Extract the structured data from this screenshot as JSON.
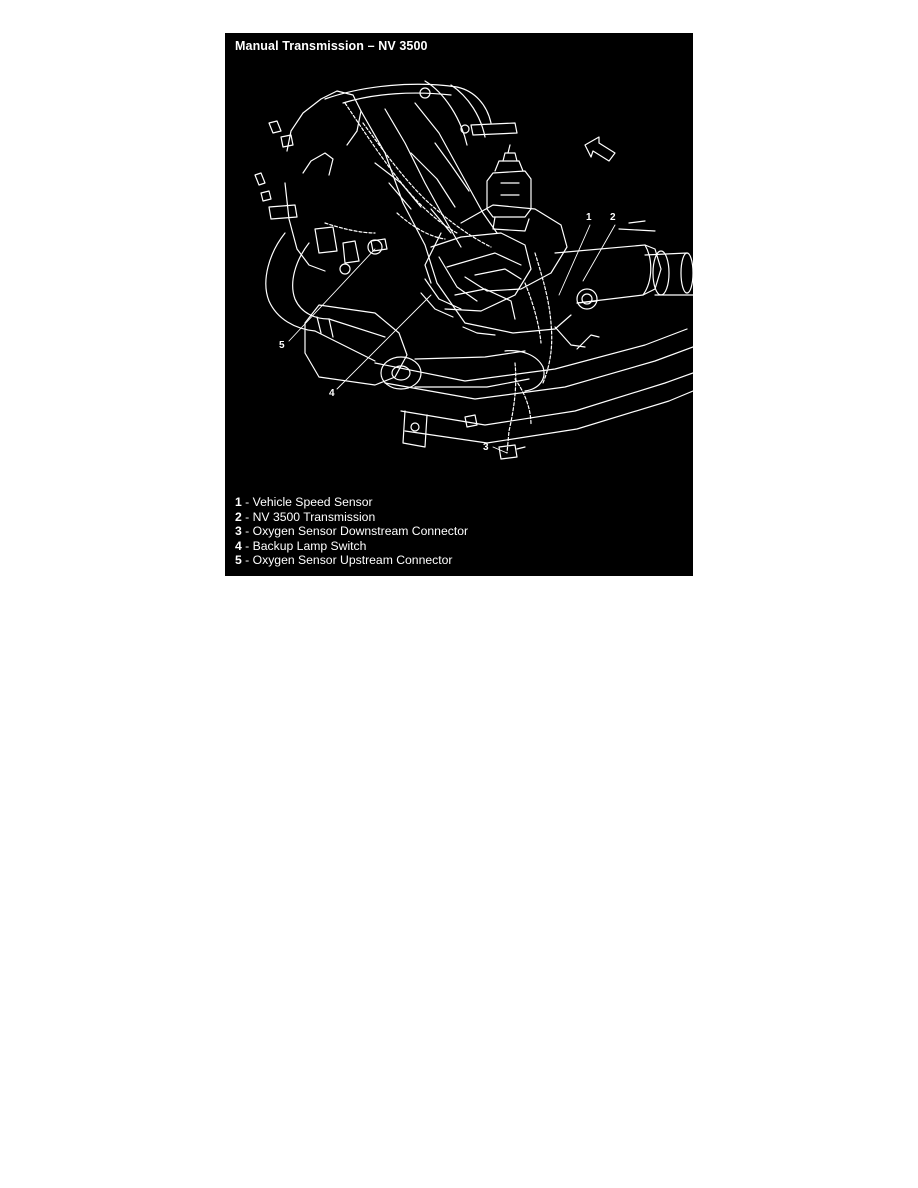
{
  "figure": {
    "title": "Manual Transmission – NV 3500",
    "background_color": "#000000",
    "line_color": "#ffffff",
    "callouts": [
      "1",
      "2",
      "3",
      "4",
      "5"
    ],
    "legend": [
      {
        "num": "1",
        "text": "Vehicle Speed Sensor"
      },
      {
        "num": "2",
        "text": "NV 3500 Transmission"
      },
      {
        "num": "3",
        "text": "Oxygen Sensor Downstream Connector"
      },
      {
        "num": "4",
        "text": "Backup Lamp Switch"
      },
      {
        "num": "5",
        "text": "Oxygen Sensor Upstream Connector"
      }
    ],
    "legend_separator": " - "
  }
}
